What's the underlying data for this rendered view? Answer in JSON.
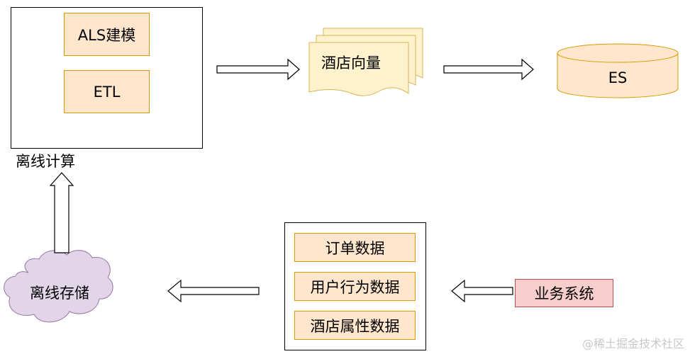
{
  "offline": {
    "container_label": "离线计算",
    "als": "ALS建模",
    "etl": "ETL"
  },
  "hotel_vector": "酒店向量",
  "es": "ES",
  "offline_storage": "离线存储",
  "data_sources": {
    "order": "订单数据",
    "user_behavior": "用户行为数据",
    "hotel_attr": "酒店属性数据"
  },
  "business_system": "业务系统",
  "watermark": "@稀土掘金技术社区",
  "colors": {
    "orange_fill": "#ffe6cc",
    "orange_stroke": "#d79b00",
    "note_fill": "#fff2cc",
    "note_stroke": "#d6b656",
    "cloud_fill": "#e1d5e7",
    "cloud_stroke": "#9673a6",
    "pink_fill": "#f8cecc",
    "pink_stroke": "#b85450"
  }
}
